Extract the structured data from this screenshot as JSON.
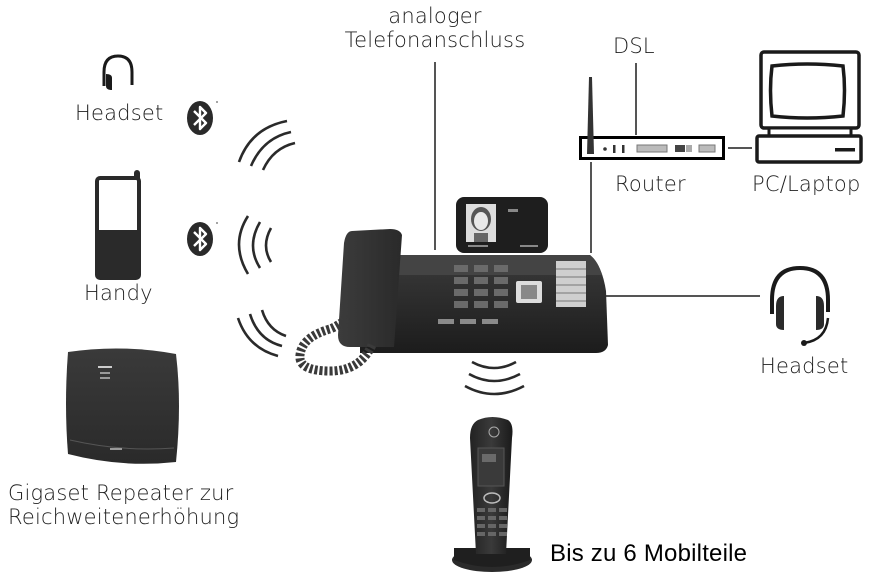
{
  "diagram": {
    "labels": {
      "analog_line": [
        "analoger",
        "Telefonanschluss"
      ],
      "dsl": "DSL",
      "router": "Router",
      "pc_laptop": "PC/Laptop",
      "headset_bt": "Headset",
      "handy": "Handy",
      "headset_wired": "Headset",
      "repeater": [
        "Gigaset Repeater zur",
        "Reichweitenerhöhung"
      ],
      "handsets": "Bis zu 6 Mobilteile"
    },
    "nodes": [
      {
        "id": "base-station",
        "type": "desk-phone-base",
        "center": true
      },
      {
        "id": "analog-line",
        "connection": "wired",
        "to": "base-station"
      },
      {
        "id": "router",
        "connection": "wired",
        "to": "base-station",
        "uplink": "DSL"
      },
      {
        "id": "pc-laptop",
        "connection": "wired",
        "to": "router"
      },
      {
        "id": "headset-bluetooth",
        "connection": "bluetooth",
        "to": "base-station"
      },
      {
        "id": "handy",
        "connection": "bluetooth",
        "to": "base-station"
      },
      {
        "id": "headset-wired",
        "connection": "wired",
        "to": "base-station"
      },
      {
        "id": "repeater",
        "connection": "dect-wireless",
        "to": "base-station"
      },
      {
        "id": "handsets",
        "connection": "dect-wireless",
        "to": "base-station",
        "max_count": 6
      }
    ],
    "icons": {
      "bluetooth": "bluetooth-icon",
      "wireless": "wireless-waves-icon",
      "headset": "headset-icon",
      "mobile_phone": "mobile-phone-icon",
      "computer": "computer-icon",
      "router": "router-icon"
    },
    "colors": {
      "background": "#ffffff",
      "ink": "#1e1e1e",
      "device_dark": "#2b2b2b",
      "line": "#555555"
    }
  }
}
